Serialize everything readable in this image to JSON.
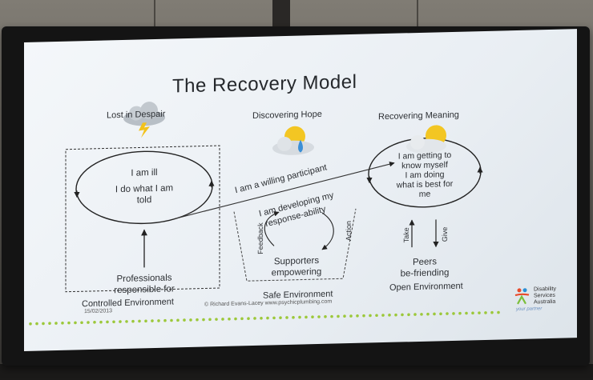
{
  "slide": {
    "title": "The Recovery Model",
    "stages": {
      "despair": "Lost in Despair",
      "hope": "Discovering Hope",
      "meaning": "Recovering Meaning"
    },
    "left_oval": {
      "line1": "I am ill",
      "line2": "I do what I am",
      "line3": "told"
    },
    "right_oval": {
      "line1": "I am getting to",
      "line2": "know myself",
      "line3": "I am doing",
      "line4": "what is best for",
      "line5": "me"
    },
    "middle": {
      "willing": "I am a willing participant",
      "developing1": "I am developing my",
      "developing2": "response-ability",
      "feedback": "Feedback",
      "action": "Action",
      "supporters1": "Supporters",
      "supporters2": "empowering"
    },
    "left_bottom": {
      "line1": "Professionals",
      "line2": "responsible for"
    },
    "right_bottom": {
      "take": "Take",
      "give": "Give",
      "line1": "Peers",
      "line2": "be-friending"
    },
    "environments": {
      "controlled": "Controlled Environment",
      "safe": "Safe Environment",
      "open": "Open Environment"
    },
    "footer": {
      "date": "15/02/2013",
      "credit": "© Richard Evans-Lacey www.psychicplumbing.com"
    },
    "logo": {
      "line1": "Disability",
      "line2": "Services",
      "line3": "Australia",
      "tagline": "your partner"
    },
    "dots_color": "#9cc83a"
  }
}
